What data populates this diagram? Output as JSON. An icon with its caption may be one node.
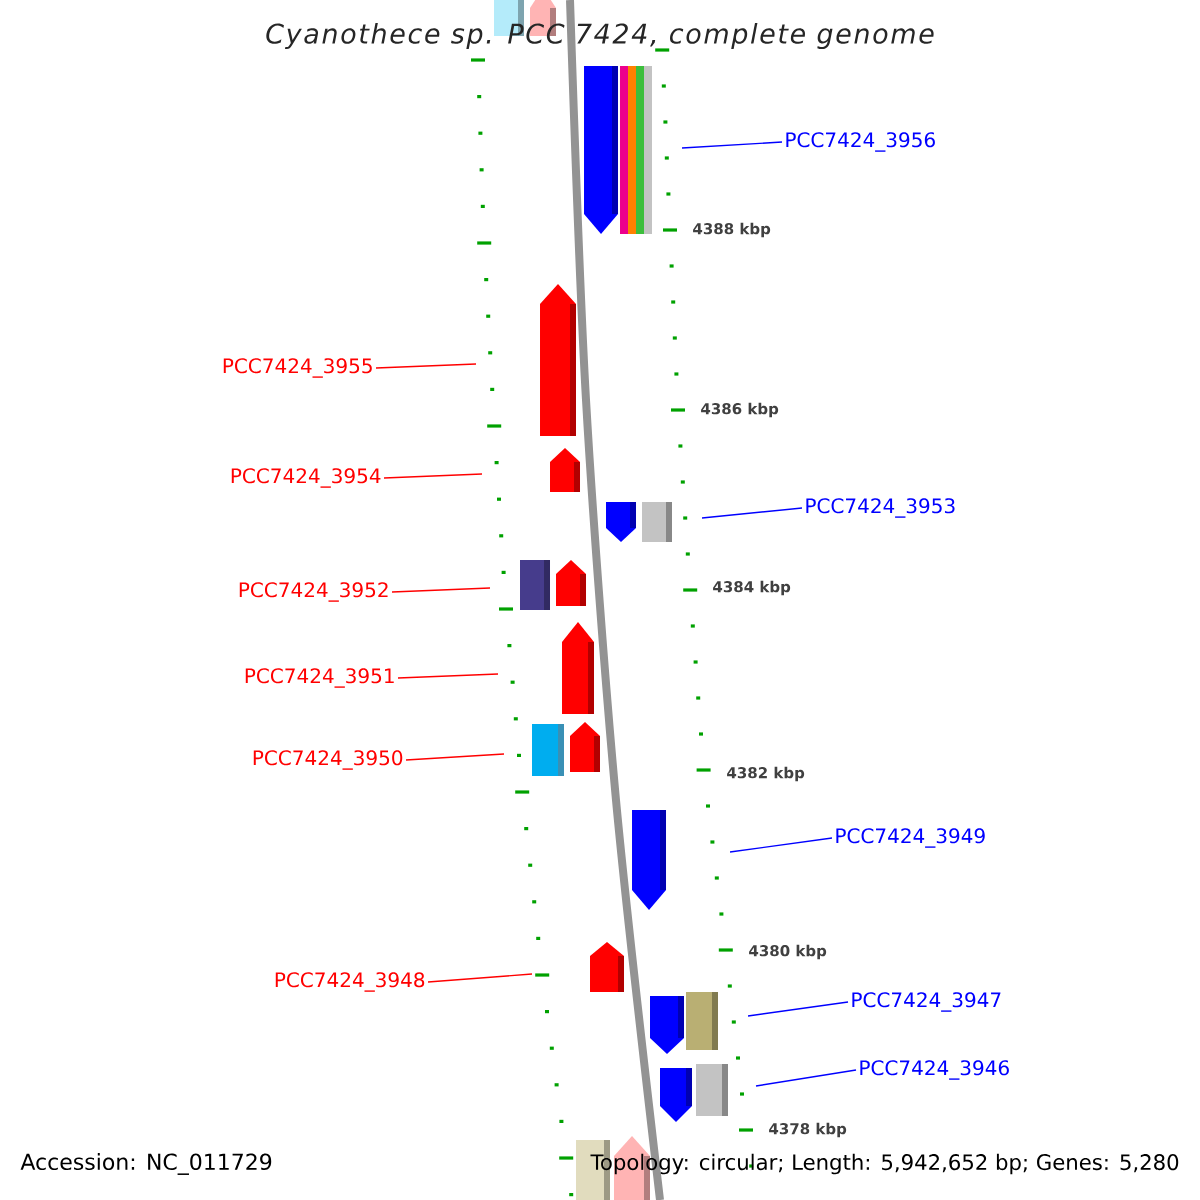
{
  "diagram": {
    "title": "Cyanothece sp. PCC 7424, complete genome",
    "nodes": [
      {
        "text": [
          "PCC7424_3956"
        ]
      },
      {
        "text": [
          "PCC7424_3955"
        ]
      },
      {
        "text": [
          "PCC7424_3954"
        ]
      },
      {
        "text": [
          "PCC7424_3953"
        ]
      },
      {
        "text": [
          "PCC7424_3952"
        ]
      },
      {
        "text": [
          "PCC7424_3951"
        ]
      },
      {
        "text": [
          "PCC7424_3950"
        ]
      },
      {
        "text": [
          "PCC7424_3949"
        ]
      },
      {
        "text": [
          "PCC7424_3948"
        ]
      },
      {
        "text": [
          "PCC7424_3947"
        ]
      },
      {
        "text": [
          "PCC7424_3946"
        ]
      }
    ],
    "edges": [
      {
        "from": 0,
        "to": null,
        "arrow": "none",
        "color": "#0000ff"
      },
      {
        "from": 1,
        "to": null,
        "arrow": "none"
      },
      {
        "from": 2,
        "to": null,
        "arrow": "none"
      },
      {
        "from": 3,
        "to": null,
        "arrow": "none",
        "color": "#0000ff"
      },
      {
        "from": 4,
        "to": null,
        "arrow": "none"
      },
      {
        "from": 5,
        "to": null,
        "arrow": "none"
      },
      {
        "from": 6,
        "to": null,
        "arrow": "none"
      },
      {
        "from": 7,
        "to": null,
        "arrow": "none",
        "color": "#0000ff"
      },
      {
        "from": 8,
        "to": null,
        "arrow": "none"
      },
      {
        "from": 9,
        "to": null,
        "arrow": "none",
        "color": "#0000ff"
      },
      {
        "from": 10,
        "to": null,
        "arrow": "none",
        "color": "#0000ff"
      }
    ],
    "labels": [
      "4388 kbp",
      "4386 kbp",
      "4384 kbp",
      "4382 kbp",
      "4380 kbp",
      "4378 kbp",
      "Accession: NC_011729",
      "Topology: circular; Length: 5,942,652 bp; Genes: 5,280"
    ]
  }
}
